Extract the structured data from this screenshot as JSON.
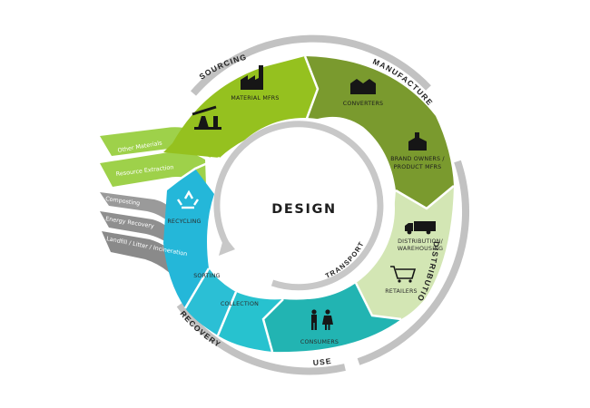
{
  "center_label": "DESIGN",
  "inner_label": "TRANSPORT",
  "outer_labels": {
    "sourcing": "SOURCING",
    "manufacture": "MANUFACTURE",
    "distribution": "DISTRIBUTION",
    "use": "USE",
    "recovery": "RECOVERY"
  },
  "segments": {
    "material_mfrs": "MATERIAL MFRS",
    "converters": "CONVERTERS",
    "brand_owners_line1": "BRAND OWNERS /",
    "brand_owners_line2": "PRODUCT MFRS",
    "distribution_line1": "DISTRIBUTION/",
    "distribution_line2": "WAREHOUSING",
    "retailers": "RETAILERS",
    "consumers": "CONSUMERS",
    "collection": "COLLECTION",
    "sorting": "SORTING",
    "recycling": "RECYCLING"
  },
  "inputs": [
    "Other Materials",
    "Resource Extraction"
  ],
  "outputs": [
    "Composting",
    "Energy Recovery",
    "Landfill / Litter / Incineration"
  ],
  "colors": {
    "lime": "#95c11f",
    "olive": "#7a9a2e",
    "pale_green": "#d4e6b5",
    "teal": "#22b4b2",
    "cyan": "#27bfd8",
    "grey_ring": "#b9b9b9",
    "output_grey": "#8e8e8e"
  }
}
